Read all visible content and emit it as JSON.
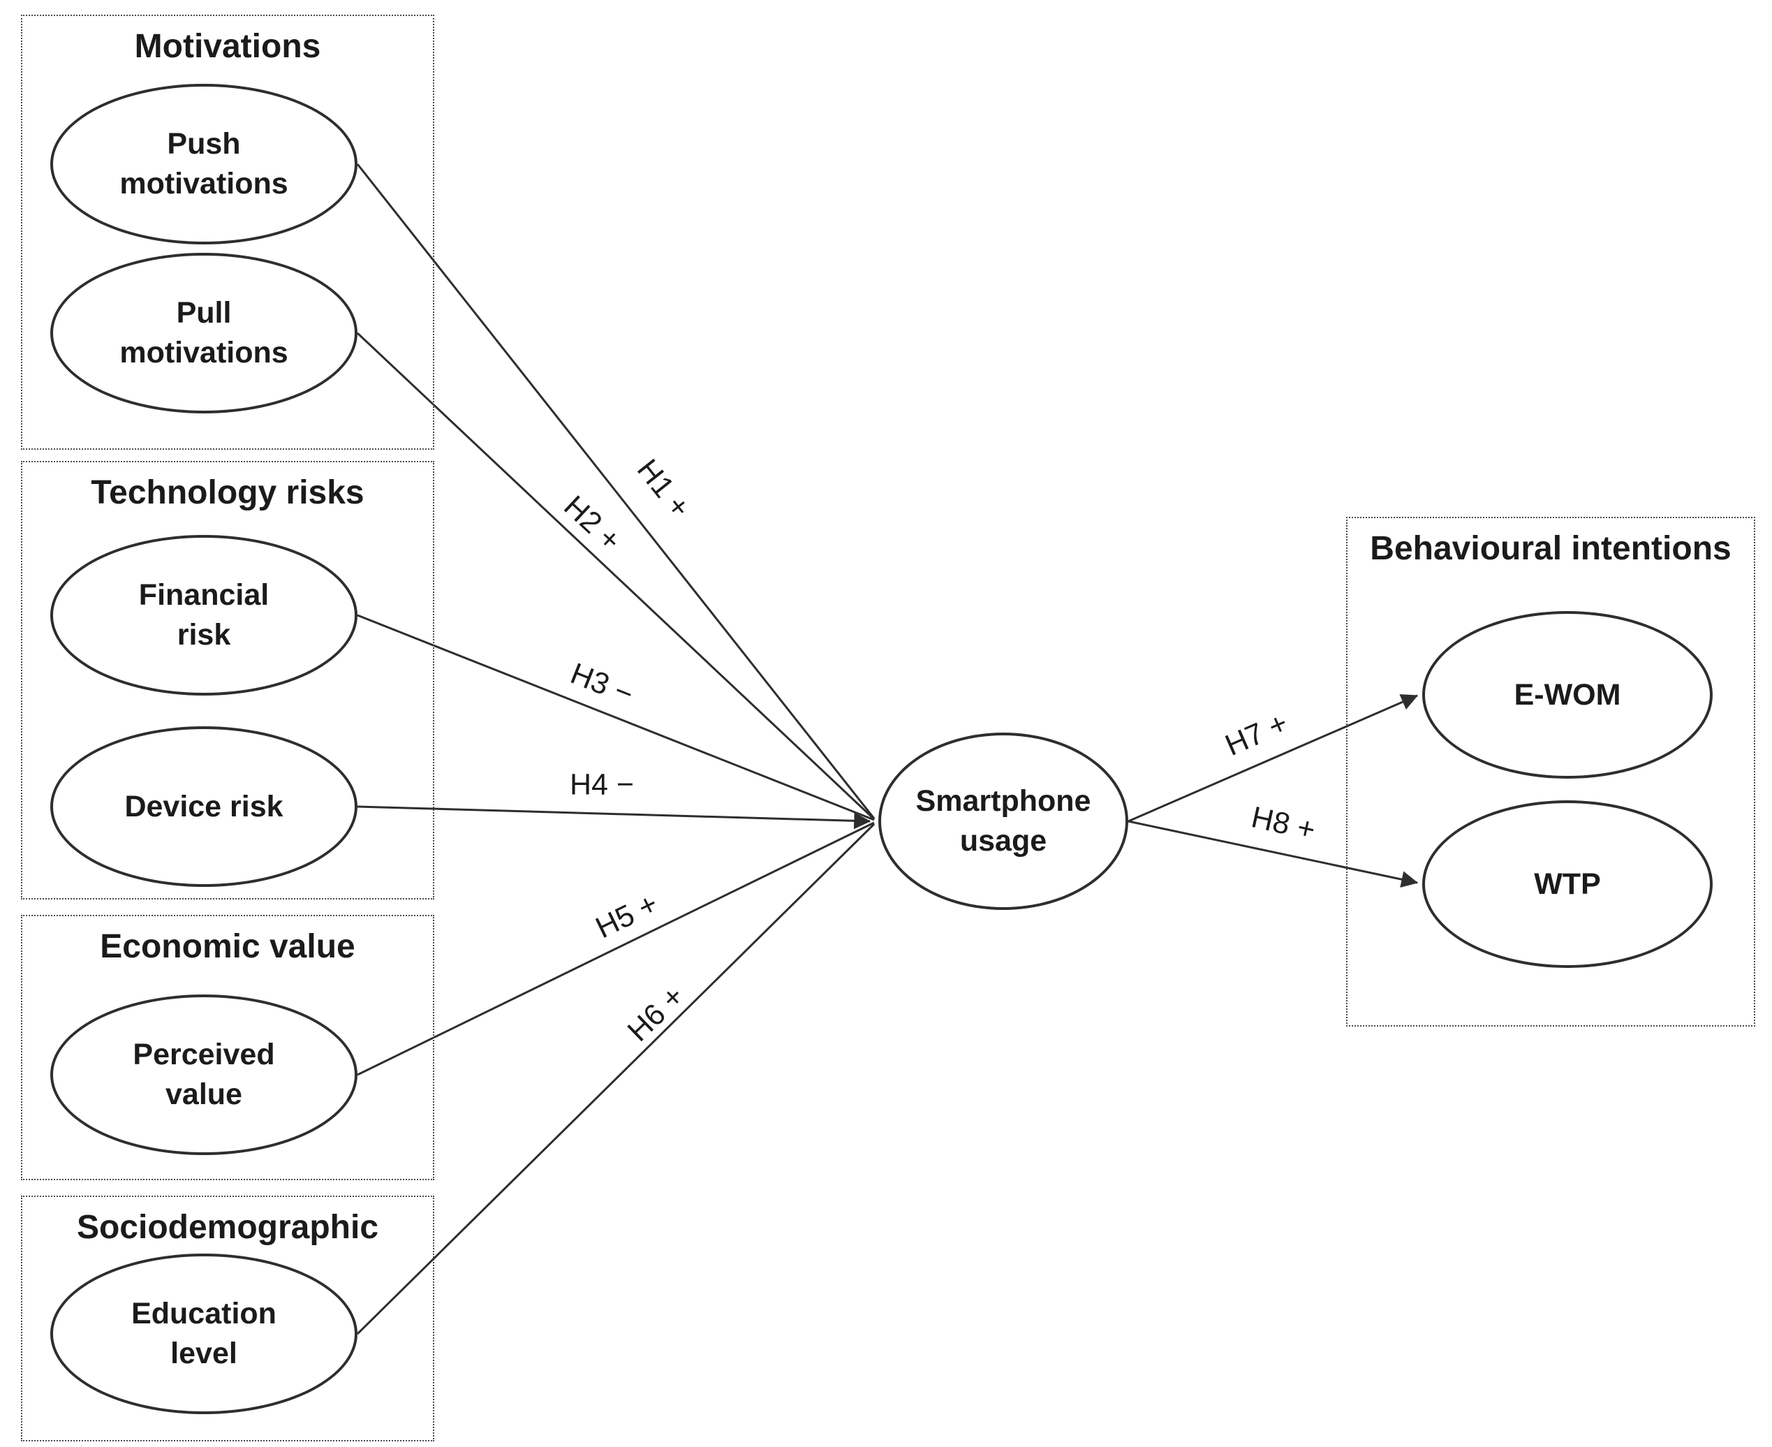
{
  "colors": {
    "stroke": "#2e2e2e",
    "text": "#1b1b1b",
    "box_border": "#4a4a4a",
    "background": "#ffffff"
  },
  "groups": {
    "motivations": {
      "title": "Motivations"
    },
    "technology_risks": {
      "title": "Technology risks"
    },
    "economic_value": {
      "title": "Economic value"
    },
    "sociodemographic": {
      "title": "Sociodemographic"
    },
    "behavioural_intentions": {
      "title": "Behavioural intentions"
    }
  },
  "nodes": {
    "push_motivations": {
      "label": "Push\nmotivations"
    },
    "pull_motivations": {
      "label": "Pull\nmotivations"
    },
    "financial_risk": {
      "label": "Financial\nrisk"
    },
    "device_risk": {
      "label": "Device risk"
    },
    "perceived_value": {
      "label": "Perceived\nvalue"
    },
    "education_level": {
      "label": "Education\nlevel"
    },
    "smartphone_usage": {
      "label": "Smartphone\nusage"
    },
    "ewom": {
      "label": "E-WOM"
    },
    "wtp": {
      "label": "WTP"
    }
  },
  "hypotheses": {
    "h1": {
      "label": "H1 +",
      "sign": "+",
      "from": "Push motivations",
      "to": "Smartphone usage"
    },
    "h2": {
      "label": "H2 +",
      "sign": "+",
      "from": "Pull motivations",
      "to": "Smartphone usage"
    },
    "h3": {
      "label": "H3 −",
      "sign": "−",
      "from": "Financial risk",
      "to": "Smartphone usage"
    },
    "h4": {
      "label": "H4 −",
      "sign": "−",
      "from": "Device risk",
      "to": "Smartphone usage"
    },
    "h5": {
      "label": "H5 +",
      "sign": "+",
      "from": "Perceived value",
      "to": "Smartphone usage"
    },
    "h6": {
      "label": "H6 +",
      "sign": "+",
      "from": "Education level",
      "to": "Smartphone usage"
    },
    "h7": {
      "label": "H7 +",
      "sign": "+",
      "from": "Smartphone usage",
      "to": "E-WOM"
    },
    "h8": {
      "label": "H8 +",
      "sign": "+",
      "from": "Smartphone usage",
      "to": "WTP"
    }
  }
}
